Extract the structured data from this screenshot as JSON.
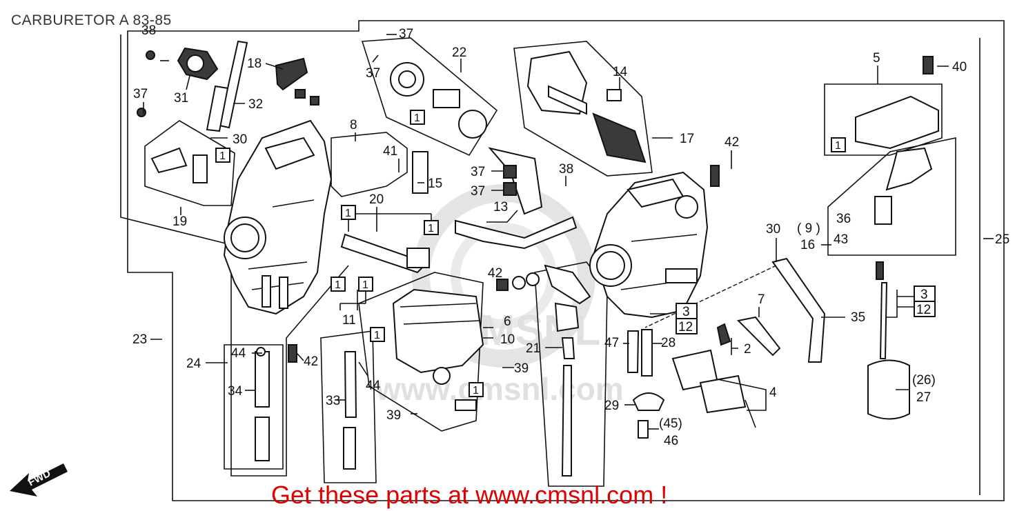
{
  "title": "CARBURETOR A 83-85",
  "promo": "Get these parts at www.cmsnl.com !",
  "watermark": "www.cmsnl.com",
  "watermark_logo": "CMSNL",
  "fwd": "FWD",
  "callouts": {
    "c38": "38",
    "c31": "31",
    "c18": "18",
    "c32": "32",
    "c37a": "37",
    "c30a": "30",
    "c19": "19",
    "c8": "8",
    "c41": "41",
    "c15": "15",
    "c20": "20",
    "c22": "22",
    "c37b": "37",
    "c37c": "37",
    "c14": "14",
    "c17": "17",
    "c37d": "37",
    "c37e": "37",
    "c38b": "38",
    "c13": "13",
    "c5": "5",
    "c40": "40",
    "c42a": "42",
    "c42b": "42",
    "c30b": "30",
    "c9": "( 9 )",
    "c36": "36",
    "c16": "16",
    "c43": "43",
    "c25": "25",
    "c11": "11",
    "c6": "6",
    "c10": "10",
    "c39a": "39",
    "c39b": "39",
    "c44a": "44",
    "c44b": "44",
    "c42c": "42",
    "c23": "23",
    "c24": "24",
    "c34": "34",
    "c33": "33",
    "c21": "21",
    "c47": "47",
    "c28": "28",
    "c29": "29",
    "c45": "(45)",
    "c46": "46",
    "c7": "7",
    "c2": "2",
    "c4": "4",
    "c35": "35",
    "c3a": "3",
    "c12a": "12",
    "c3b": "3",
    "c12b": "12",
    "c26": "(26)",
    "c27": "27"
  },
  "box_label": "1"
}
